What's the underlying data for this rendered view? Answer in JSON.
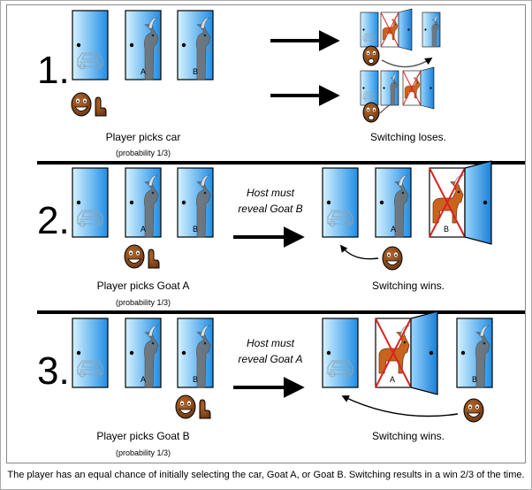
{
  "scenarios": [
    {
      "number": "1.",
      "picks_label": "Player picks car",
      "probability": "(probability 1/3)",
      "result_label": "Switching loses.",
      "host_text": [
        "",
        ""
      ],
      "door_letters": [
        "",
        "A",
        "B"
      ]
    },
    {
      "number": "2.",
      "picks_label": "Player picks Goat A",
      "probability": "(probability 1/3)",
      "result_label": "Switching wins.",
      "host_text": [
        "Host must",
        "reveal Goat B"
      ],
      "door_letters": [
        "",
        "A",
        "B"
      ]
    },
    {
      "number": "3.",
      "picks_label": "Player picks Goat B",
      "probability": "(probability 1/3)",
      "result_label": "Switching wins.",
      "host_text": [
        "Host must",
        "reveal Goat A"
      ],
      "door_letters": [
        "",
        "A",
        "B"
      ]
    }
  ],
  "caption": "The player has an equal chance of initially selecting the car, Goat A, or Goat B. Switching results in a win 2/3 of the time.",
  "colors": {
    "door_light": "#cfeeff",
    "door_dark": "#1e8fe6",
    "goat": "#7a7a7a",
    "goat_revealed": "#c8641e",
    "cross": "#e02020",
    "face": "#8a4a1e"
  }
}
